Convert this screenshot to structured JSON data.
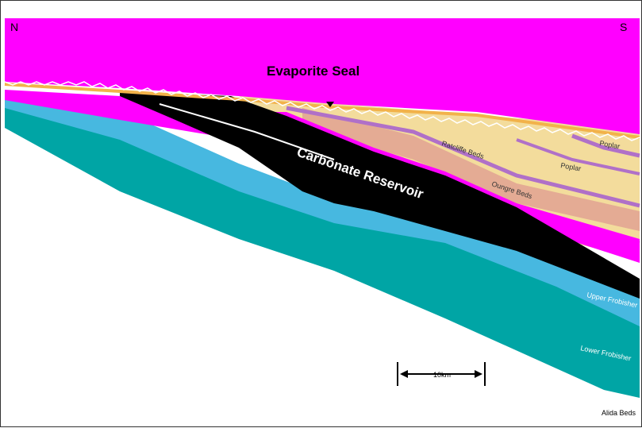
{
  "compass": {
    "north": "N",
    "south": "S"
  },
  "labels": {
    "seal": "Evaporite Seal",
    "reservoir": "Carbonate Reservoir",
    "ratcliffe": "Ratcliffe Beds",
    "oungre": "Oungre Beds",
    "poplar_upper": "Poplar",
    "poplar_lower": "Poplar",
    "upper_frobisher": "Upper Frobisher",
    "lower_frobisher": "Lower Frobisher",
    "alida": "Alida Beds"
  },
  "scale_bar": {
    "label": "10km"
  },
  "colors": {
    "seal": "#ff00ff",
    "reservoir": "#000000",
    "upper_frobisher": "#47b8e0",
    "lower_frobisher": "#00a5a5",
    "poplar": "#f3dc9c",
    "ratcliffe": "#e4ab94",
    "purple_band": "#b070c8",
    "orange_band": "#f2b24a"
  }
}
